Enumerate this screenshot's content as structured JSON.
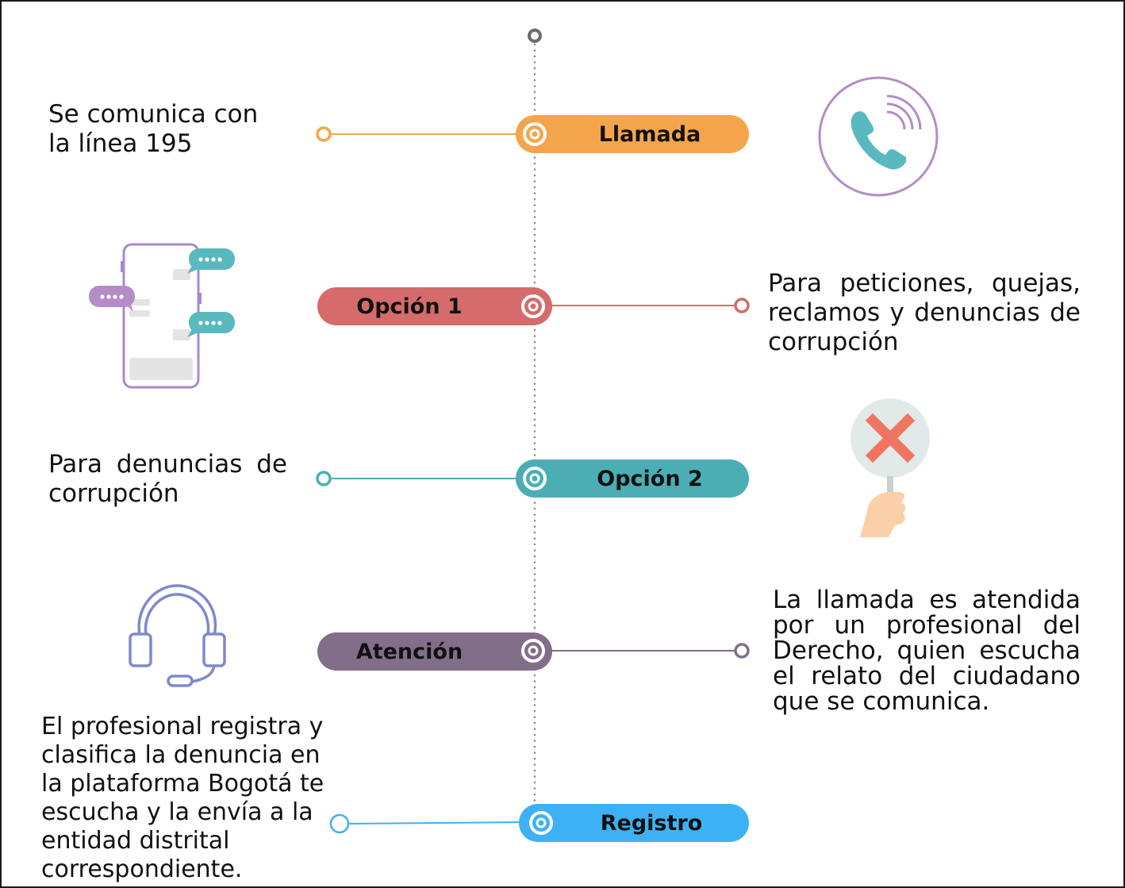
{
  "steps": [
    {
      "label": "Llamada",
      "text": "Se comunica con la línea 195",
      "color": "#F4A54C"
    },
    {
      "label": "Opción 1",
      "text": "Para peticiones, quejas, reclamos y denuncias de corrupción",
      "color": "#D66B6B"
    },
    {
      "label": "Opción 2",
      "text": "Para denuncias de corrupción",
      "color": "#4BAEB5"
    },
    {
      "label": "Atención",
      "text": "La llamada es atendida por un profesional del Derecho, quien escucha el relato del ciudadano que se comunica.",
      "color": "#836E8A"
    },
    {
      "label": "Registro",
      "text": "El profesional registra y clasifica la denuncia en la plataforma Bogotá te escucha y la envía a la entidad distrital correspondiente.",
      "color": "#3DB1F6"
    }
  ],
  "icons": {
    "step1": "phone-call-icon",
    "step2": "chat-phone-icon",
    "step3": "reject-sign-icon",
    "step4": "headset-icon"
  }
}
